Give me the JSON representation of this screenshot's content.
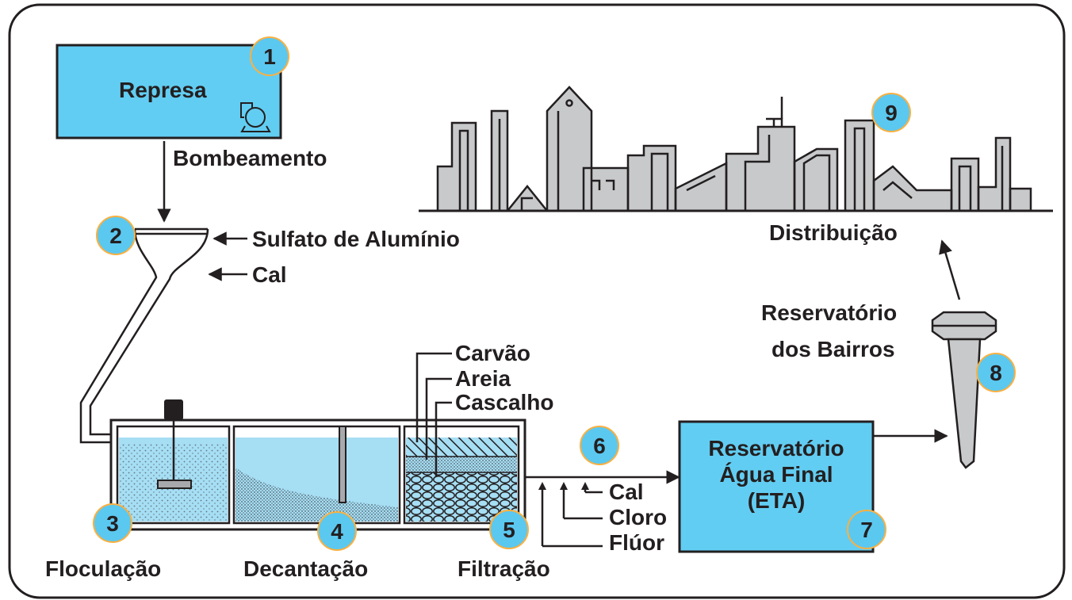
{
  "colors": {
    "water": "#62cdf2",
    "water_light": "#a6def4",
    "badge": "#5bc8f0",
    "buildings": "#c8c9cb",
    "ink": "#231f20"
  },
  "steps": {
    "s1": {
      "number": "1",
      "label": "Represa"
    },
    "s2": {
      "number": "2"
    },
    "s3": {
      "number": "3",
      "label": "Floculação"
    },
    "s4": {
      "number": "4",
      "label": "Decantação"
    },
    "s5": {
      "number": "5",
      "label": "Filtração"
    },
    "s6": {
      "number": "6"
    },
    "s7": {
      "number": "7",
      "label_line1": "Reservatório",
      "label_line2": "Água Final",
      "label_line3": "(ETA)"
    },
    "s8": {
      "number": "8",
      "label_line1": "Reservatório",
      "label_line2": "dos Bairros"
    },
    "s9": {
      "number": "9",
      "label": "Distribuição"
    }
  },
  "labels": {
    "pumping": "Bombeamento",
    "aluminium_sulfate": "Sulfato de Alumínio",
    "lime_top": "Cal",
    "filter_layers": [
      "Carvão",
      "Areia",
      "Cascalho"
    ],
    "additives": [
      "Cal",
      "Cloro",
      "Flúor"
    ]
  },
  "icons": [
    "pump-icon",
    "mixer-motor-icon"
  ]
}
